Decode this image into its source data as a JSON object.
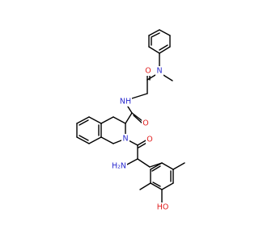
{
  "molecule": {
    "atom_labels": {
      "n_anilide": "N",
      "o_anilide": "O",
      "n_amide": "NH",
      "o_amide": "O",
      "n_ring": "N",
      "o_acyl": "O",
      "n_amine": "H₂N",
      "o_phenol": "HO"
    },
    "colors": {
      "bond": "#000000",
      "nitrogen": "#2a2acf",
      "oxygen": "#e01e1e",
      "background": "#ffffff"
    }
  }
}
